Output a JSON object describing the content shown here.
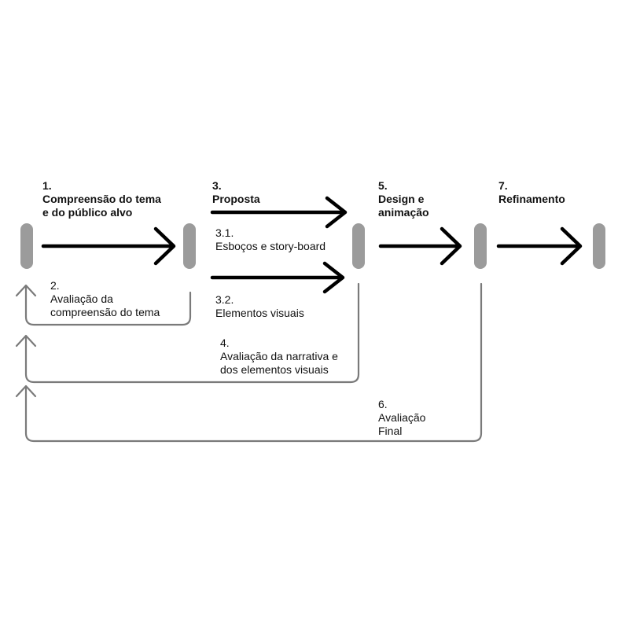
{
  "colors": {
    "main_arrow": "#000000",
    "feedback_loop": "#7a7a7a",
    "stage_marker": "#9b9b9b",
    "text": "#111111"
  },
  "steps": {
    "s1": {
      "number": "1.",
      "title_line1": "Compreensão do tema",
      "title_line2": "e do público alvo"
    },
    "s2": {
      "number": "2.",
      "line1": "Avaliação da",
      "line2": "compreensão do tema"
    },
    "s3": {
      "number": "3.",
      "title": "Proposta"
    },
    "s3_1": {
      "number": "3.1.",
      "label": "Esboços e story-board"
    },
    "s3_2": {
      "number": "3.2.",
      "label": "Elementos visuais"
    },
    "s4": {
      "number": "4.",
      "line1": "Avaliação da narrativa e",
      "line2": "dos elementos visuais"
    },
    "s5": {
      "number": "5.",
      "title_line1": "Design e",
      "title_line2": "animação"
    },
    "s6": {
      "number": "6.",
      "line1": "Avaliação",
      "line2": "Final"
    },
    "s7": {
      "number": "7.",
      "title": "Refinamento"
    }
  }
}
